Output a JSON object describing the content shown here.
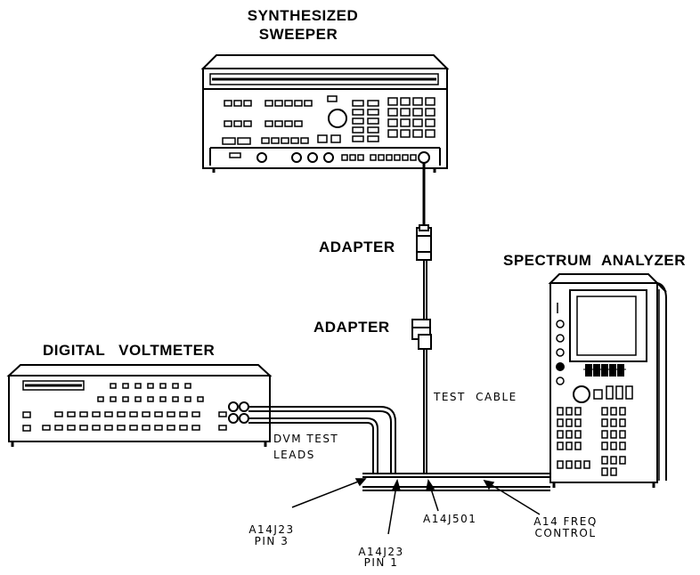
{
  "instruments": {
    "sweeper": {
      "line1": "SYNTHESIZED",
      "line2": "SWEEPER"
    },
    "analyzer": {
      "label": "SPECTRUM ANALYZER"
    },
    "voltmeter": {
      "label": "DIGITAL VOLTMETER"
    }
  },
  "connections": {
    "adapter_top": "ADAPTER",
    "adapter_bottom": "ADAPTER",
    "test_cable": "TEST CABLE",
    "dvm_leads_line1": "DVM TEST",
    "dvm_leads_line2": "LEADS"
  },
  "test_points": {
    "a14j23_pin3": {
      "line1": "A14J23",
      "line2": "PIN 3"
    },
    "a14j23_pin1": {
      "line1": "A14J23",
      "line2": "PIN 1"
    },
    "a14j501": {
      "line1": "A14J501"
    },
    "a14_freq_control": {
      "line1": "A14 FREQ",
      "line2": "CONTROL"
    }
  }
}
